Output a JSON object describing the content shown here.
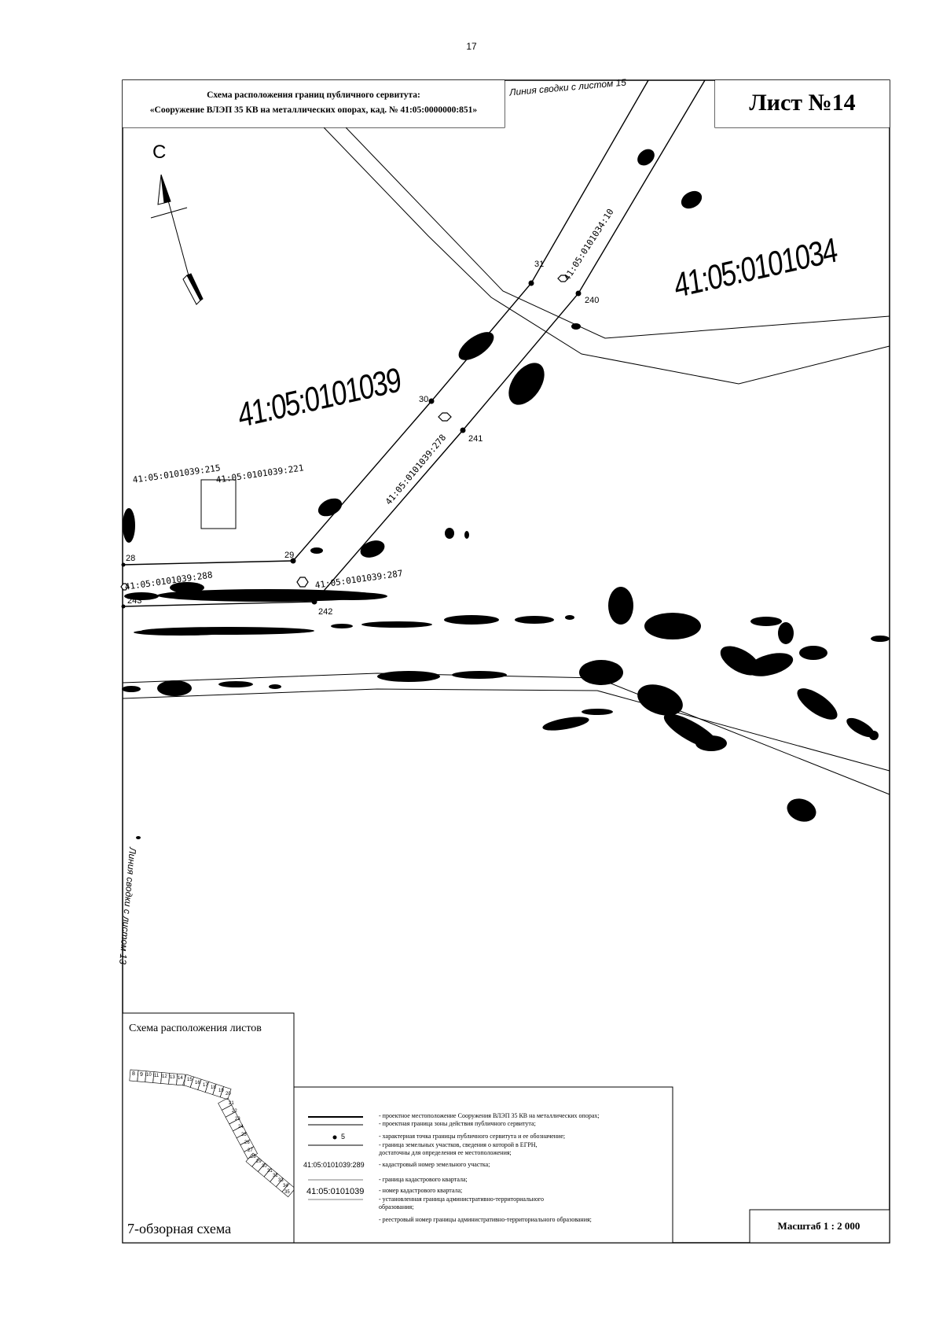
{
  "page_number": "17",
  "title": {
    "line1": "Схема расположения границ публичного сервитута:",
    "line2": "«Сооружение ВЛЭП 35 КВ на металлических опорах, кад. № 41:05:0000000:851»"
  },
  "sheet_label": "Лист №14",
  "seam_top": "Линия сводки с листом 15",
  "seam_left": "Линия сводки с листом 13",
  "north_label": "С",
  "quarters": [
    "41:05:0101034",
    "41:05:0101039"
  ],
  "parcels": [
    "41:05:0101034:10",
    "41:05:0101039:278",
    "41:05:0101039:215",
    "41:05:0101039:221",
    "41:05:0101039:288",
    "41:05:0101039:287"
  ],
  "points": [
    "31",
    "240",
    "30",
    "241",
    "29",
    "28",
    "243",
    "242"
  ],
  "overview": {
    "title": "Схема расположения листов",
    "caption": "7-обзорная схема",
    "sheets": [
      "8",
      "9",
      "10",
      "11",
      "12",
      "13",
      "14",
      "15",
      "16",
      "17",
      "18",
      "19",
      "20",
      "21",
      "22",
      "23",
      "24",
      "25",
      "26",
      "27",
      "28",
      "29",
      "30",
      "31",
      "32",
      "33",
      "34",
      "35"
    ]
  },
  "legend": {
    "items": [
      "- проектное местоположение Сооружения ВЛЭП 35 КВ на металлических опорах;",
      "- проектная граница зоны действия публичного сервитута;",
      "- характерная точка границы публичного сервитута и ее обозначение;",
      "- граница земельных участков, сведения о которой в ЕГРН,",
      "  достаточны для определения ее местоположения;",
      "- кадастровый номер земельного участка;",
      "- граница кадастрового квартала;",
      "- номер кадастрового квартала;",
      "- установленная граница административно-территориального",
      "  образования;",
      "- реестровый номер границы административно-территориального  образования;"
    ],
    "point_example": "5",
    "parcel_example": "41:05:0101039:289",
    "quarter_example": "41:05:0101039"
  },
  "scale": "Масштаб 1 : 2 000"
}
